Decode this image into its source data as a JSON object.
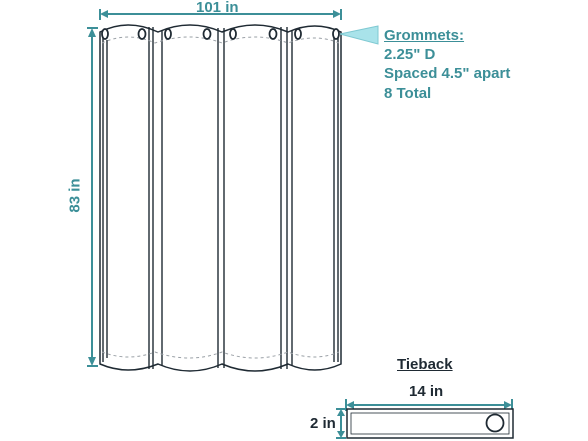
{
  "dimensions": {
    "width_label": "101 in",
    "height_label": "83 in"
  },
  "grommets": {
    "title": "Grommets:",
    "lines": [
      "2.25\" D",
      "Spaced 4.5\" apart",
      "8 Total"
    ]
  },
  "tieback": {
    "title": "Tieback",
    "width_label": "14 in",
    "height_label": "2 in"
  },
  "colors": {
    "dimension_teal": "#3c8f98",
    "outline_dark": "#1f2a33",
    "dashed_seam": "#9aa0a6",
    "pointer_fill": "#a9e3ea"
  }
}
